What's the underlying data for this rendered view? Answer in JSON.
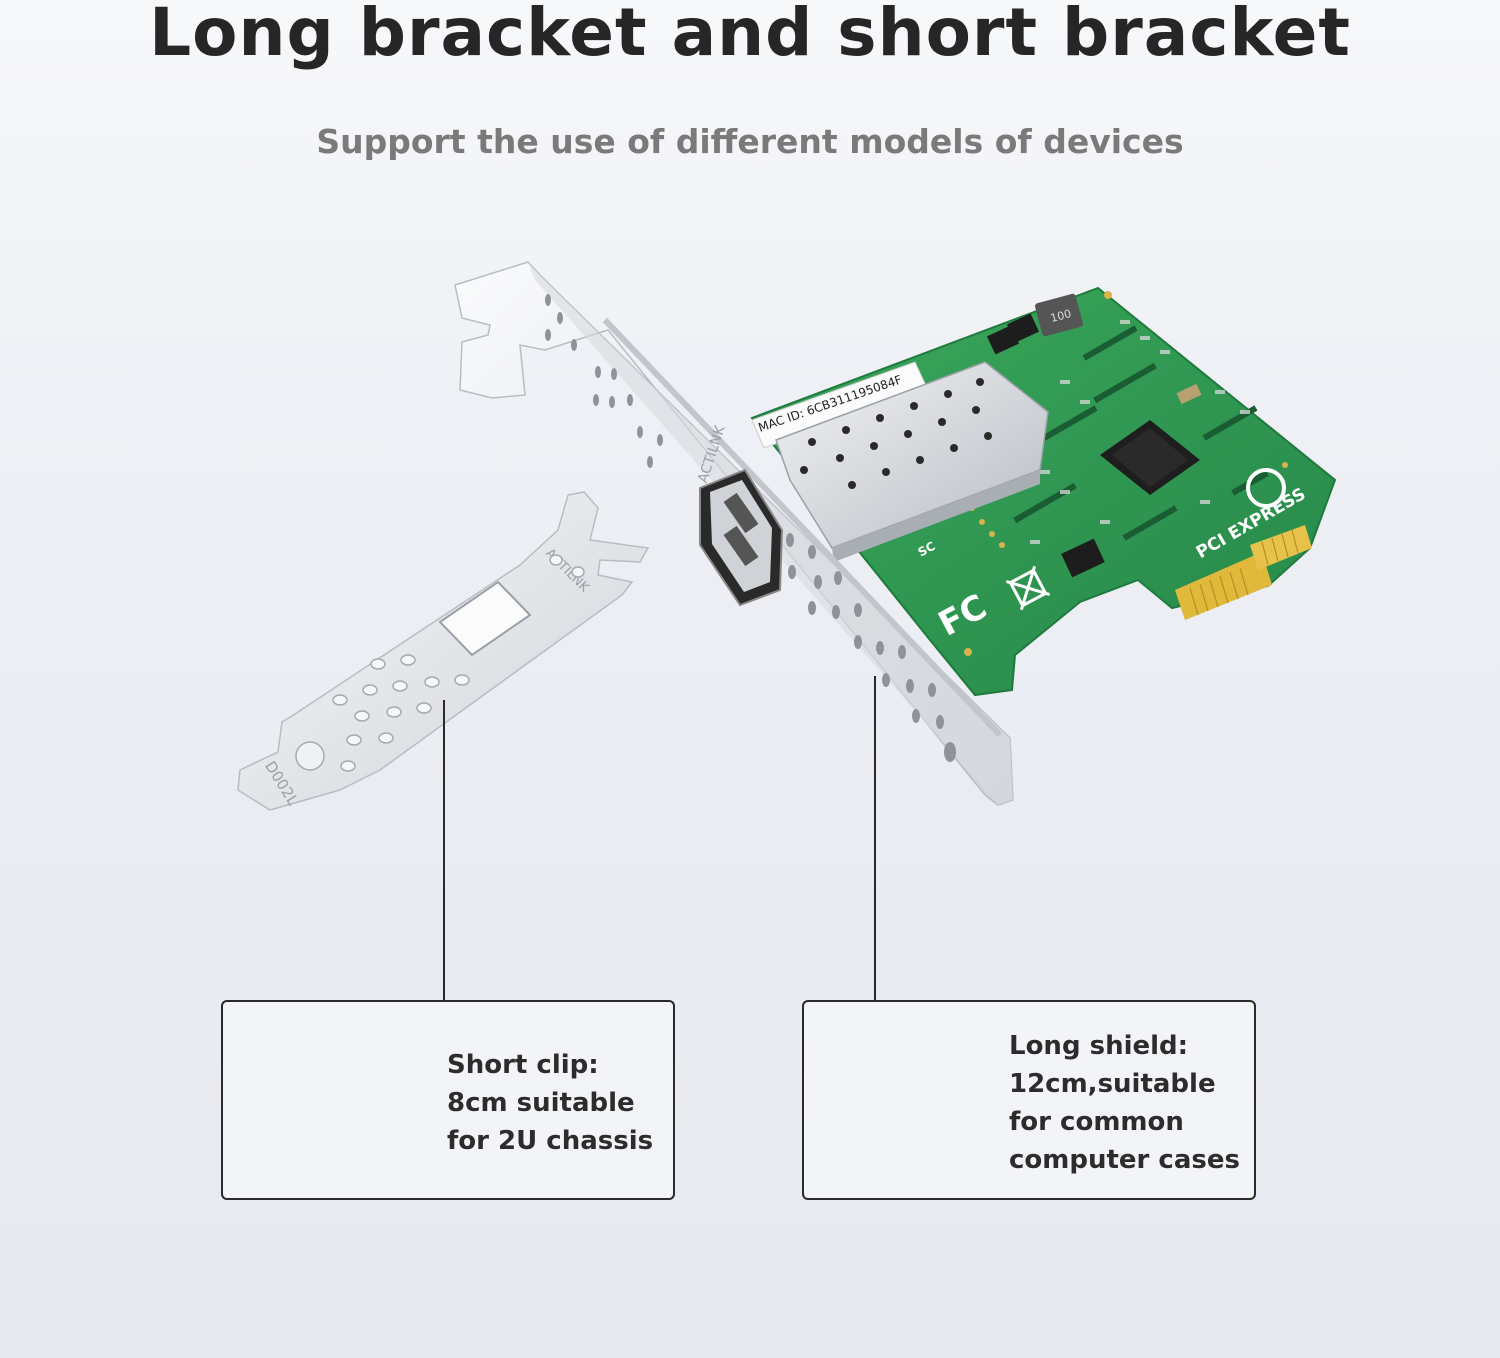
{
  "title": "Long bracket and short bracket",
  "subtitle": "Support the use of different models of devices",
  "card": {
    "mac_label": "MAC ID: 6CB311195084F",
    "brand": "ACTILNK",
    "sc_label": "SC",
    "fc_label": "FC",
    "pcie_label": "PCI EXPRESS",
    "short_bracket_code": "D002L",
    "inductor_label": "100"
  },
  "short_box": {
    "lines": [
      "Short clip:",
      "8cm suitable",
      "for 2U chassis"
    ]
  },
  "long_box": {
    "lines": [
      "Long shield:",
      "12cm,suitable",
      "for common",
      "computer cases"
    ]
  },
  "colors": {
    "pcb": "#2f9a4e",
    "bracket": "#e4e6ea",
    "gold": "#e0b83a",
    "accent": "#2bb8e6"
  }
}
